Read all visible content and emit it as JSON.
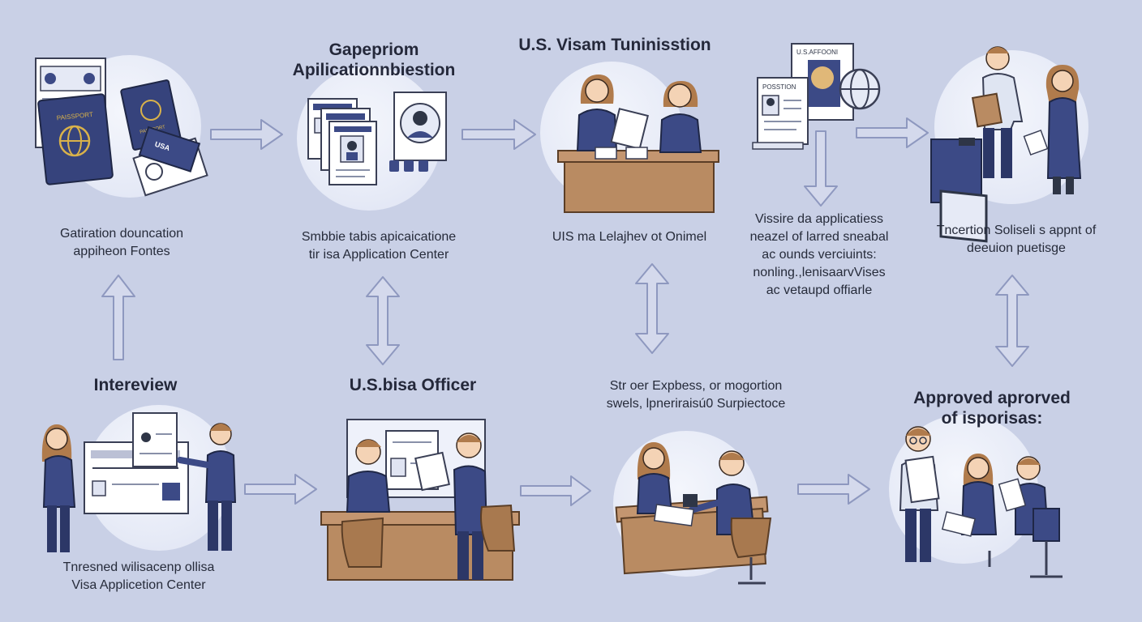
{
  "colors": {
    "background": "#c9d0e6",
    "circle": "#eef1fa",
    "navy": "#3c4a86",
    "navy_dark": "#2c3767",
    "desk": "#b98b62",
    "desk_dark": "#8a6040",
    "arrow_fill": "#d4d9ec",
    "arrow_stroke": "#8e98bf",
    "paper": "#ffffff",
    "gold": "#d9b24a"
  },
  "steps": [
    {
      "id": "documents",
      "icon": "passport-documents-icon",
      "title": [],
      "caption": [
        "Gatiration douncation",
        "appiheon Fontes"
      ]
    },
    {
      "id": "application",
      "icon": "application-forms-icon",
      "title": [
        "Gapepriom",
        "Apilicationnbiestion"
      ],
      "caption": [
        "Smbbie tabis apicaicatione",
        "tir isa Application Center"
      ]
    },
    {
      "id": "submission",
      "icon": "desk-submission-icon",
      "title": [
        "U.S. Visam Tuninisstion"
      ],
      "caption": [
        "UIS ma Lelajhev ot Onimel"
      ]
    },
    {
      "id": "review",
      "icon": "document-review-icon",
      "title": [],
      "caption": [
        "Vissire da applicatiess",
        "neazel of larred sneabal",
        "ac ounds verciuints:",
        "nonling.,lenisaarvVises",
        "ac vetaupd offiarle"
      ]
    },
    {
      "id": "decision",
      "icon": "computer-staff-icon",
      "title": [],
      "caption": [
        "Tncertion  Soliseli s appnt of",
        "deeuion puetisge"
      ]
    },
    {
      "id": "interview",
      "icon": "interview-board-icon",
      "title": [
        "Intereview"
      ],
      "caption": [
        "Tnresned wilisacenp ollisa",
        "Visa Applicetion Center"
      ]
    },
    {
      "id": "officer",
      "icon": "visa-officer-icon",
      "title": [
        "U.S.bisa Officer"
      ],
      "caption": []
    },
    {
      "id": "processing",
      "icon": "processing-desk-icon",
      "title": [],
      "caption": [
        "Str oer Expbess, or mogortion",
        "swels, lpneriraisú0 Surpiectoce"
      ]
    },
    {
      "id": "approved",
      "icon": "approved-group-icon",
      "title": [
        "Approved aprorved",
        "of isporisas:"
      ],
      "caption": []
    }
  ],
  "illustration_text": {
    "passport_label": "PAISSPORT",
    "passport_small": "PASSPORT",
    "badge_usa": "USA",
    "usa_sign": "U.S.AFFOONI",
    "position_sign": "POSSTION"
  }
}
